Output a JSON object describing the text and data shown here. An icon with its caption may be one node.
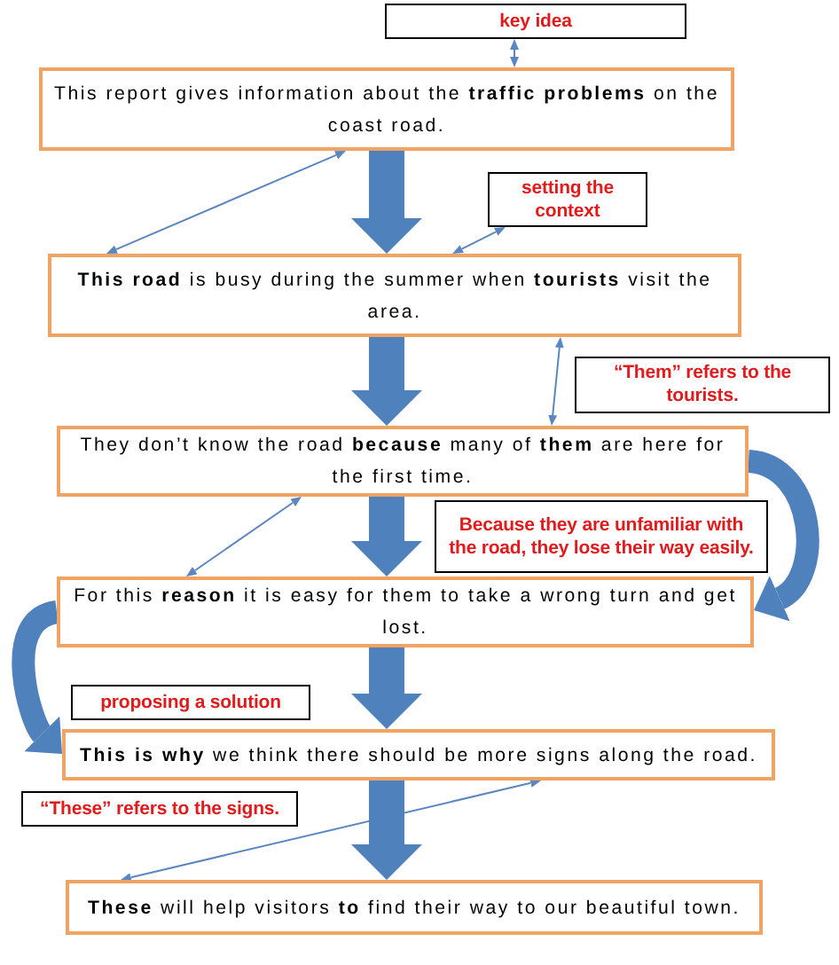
{
  "diagram": {
    "nodes": [
      {
        "text": [
          "key idea"
        ]
      },
      {
        "text": [
          "This report gives information about the **traffic problems** on the coast road."
        ]
      },
      {
        "text": [
          "setting the context"
        ]
      },
      {
        "text": [
          "**This road** is busy during the summer when **tourists** visit the area."
        ]
      },
      {
        "text": [
          "“Them” refers to the tourists."
        ]
      },
      {
        "text": [
          "They don’t know the road **because** many of **them** are here for the first time."
        ]
      },
      {
        "text": [
          "Because they are unfamiliar with the road, they lose their way easily."
        ]
      },
      {
        "text": [
          "For this **reason** it is easy for them to take a wrong turn and get lost."
        ]
      },
      {
        "text": [
          "proposing a solution"
        ]
      },
      {
        "text": [
          "**This is why** we think there should be more signs along the road."
        ]
      },
      {
        "text": [
          "“These” refers to the signs."
        ]
      },
      {
        "text": [
          "**These** will help visitors **to** find their way to our beautiful town."
        ]
      }
    ],
    "edges": [
      {
        "from": 0,
        "to": 1,
        "arrow": "both"
      },
      {
        "from": 1,
        "to": 3,
        "arrow": "both"
      },
      {
        "from": 1,
        "to": 3,
        "arrow": "to"
      },
      {
        "from": 2,
        "to": 3,
        "arrow": "both"
      },
      {
        "from": 3,
        "to": 5,
        "arrow": "both"
      },
      {
        "from": 3,
        "to": 5,
        "arrow": "to"
      },
      {
        "from": 5,
        "to": 7,
        "arrow": "both"
      },
      {
        "from": 5,
        "to": 7,
        "arrow": "to"
      },
      {
        "from": 5,
        "to": 7,
        "arrow": "to"
      },
      {
        "from": 7,
        "to": 9,
        "arrow": "to"
      },
      {
        "from": 7,
        "to": 9,
        "arrow": "to"
      },
      {
        "from": 9,
        "to": 11,
        "arrow": "both"
      },
      {
        "from": 9,
        "to": 11,
        "arrow": "to"
      }
    ]
  }
}
